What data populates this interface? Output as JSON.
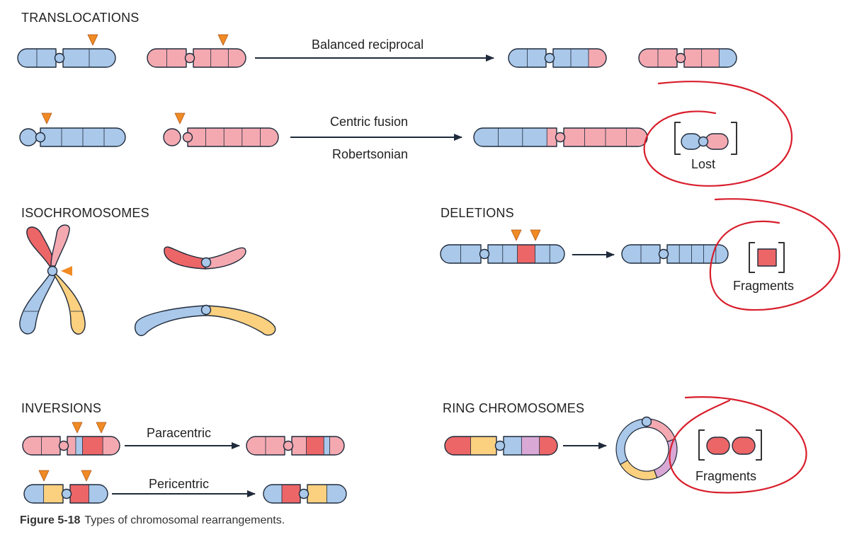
{
  "headings": {
    "translocations": "TRANSLOCATIONS",
    "isochromosomes": "ISOCHROMOSOMES",
    "deletions": "DELETIONS",
    "inversions": "INVERSIONS",
    "ring": "RING CHROMOSOMES"
  },
  "labels": {
    "balanced": "Balanced reciprocal",
    "centric": "Centric fusion",
    "robertsonian": "Robertsonian",
    "lost": "Lost",
    "fragments_deletion": "Fragments",
    "fragments_ring": "Fragments",
    "paracentric": "Paracentric",
    "pericentric": "Pericentric"
  },
  "caption": {
    "figure": "Figure 5-18",
    "text": "Types of chromosomal rearrangements."
  },
  "colors": {
    "blue": "#a9c8ea",
    "pink": "#f4a9b1",
    "red": "#ec6668",
    "yellow": "#fbd07f",
    "purple": "#d9a8d4",
    "marker": "#f08a24",
    "annotation": "#d81e2c",
    "outline": "#1f2a3a"
  }
}
